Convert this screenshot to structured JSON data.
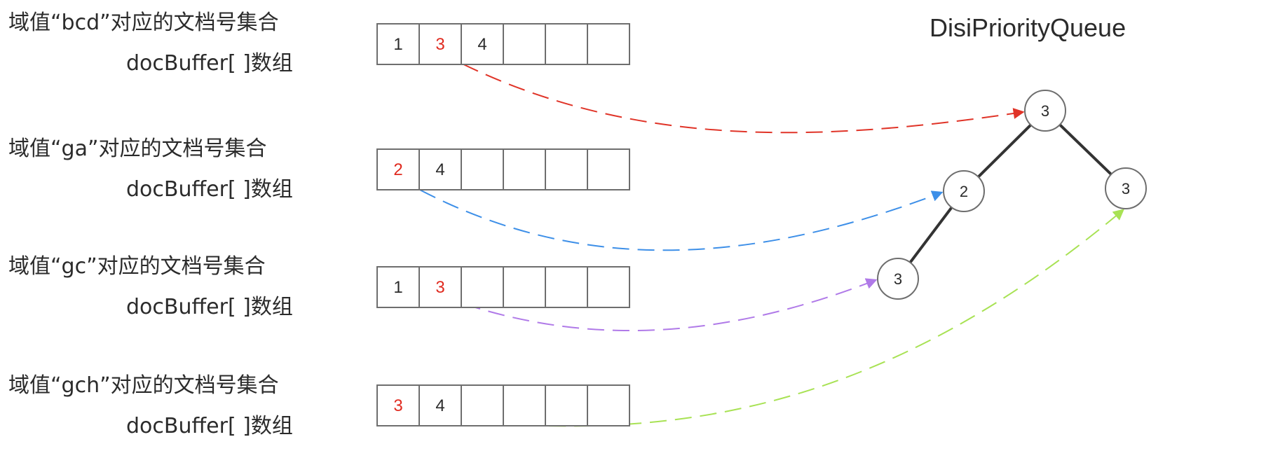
{
  "title": "DisiPriorityQueue",
  "colors": {
    "text": "#2b2b2b",
    "highlight": "#e02a1f",
    "arrow_red": "#e03428",
    "arrow_blue": "#3d8fe8",
    "arrow_purple": "#b07ae8",
    "arrow_green": "#a8e254"
  },
  "groups": [
    {
      "label": "域值“bcd”对应的文档号集合",
      "sublabel": "docBuffer[ ]数组",
      "cells": [
        "1",
        "3",
        "4",
        "",
        "",
        ""
      ],
      "highlight_index": 1,
      "arrow_color": "#e03428",
      "arrow_target": 0
    },
    {
      "label": "域值“ga”对应的文档号集合",
      "sublabel": "docBuffer[ ]数组",
      "cells": [
        "2",
        "4",
        "",
        "",
        "",
        ""
      ],
      "highlight_index": 0,
      "arrow_color": "#3d8fe8",
      "arrow_target": 1
    },
    {
      "label": "域值“gc”对应的文档号集合",
      "sublabel": "docBuffer[ ]数组",
      "cells": [
        "1",
        "3",
        "",
        "",
        "",
        ""
      ],
      "highlight_index": 1,
      "arrow_color": "#b07ae8",
      "arrow_target": 3
    },
    {
      "label": "域值“gch”对应的文档号集合",
      "sublabel": "docBuffer[ ]数组",
      "cells": [
        "3",
        "4",
        "",
        "",
        "",
        ""
      ],
      "highlight_index": 0,
      "arrow_color": "#a8e254",
      "arrow_target": 2
    }
  ],
  "heap": {
    "nodes": [
      {
        "id": 0,
        "value": "3"
      },
      {
        "id": 1,
        "value": "2"
      },
      {
        "id": 2,
        "value": "3"
      },
      {
        "id": 3,
        "value": "3"
      }
    ],
    "edges": [
      {
        "from": 0,
        "to": 1
      },
      {
        "from": 0,
        "to": 2
      },
      {
        "from": 1,
        "to": 3
      }
    ]
  }
}
